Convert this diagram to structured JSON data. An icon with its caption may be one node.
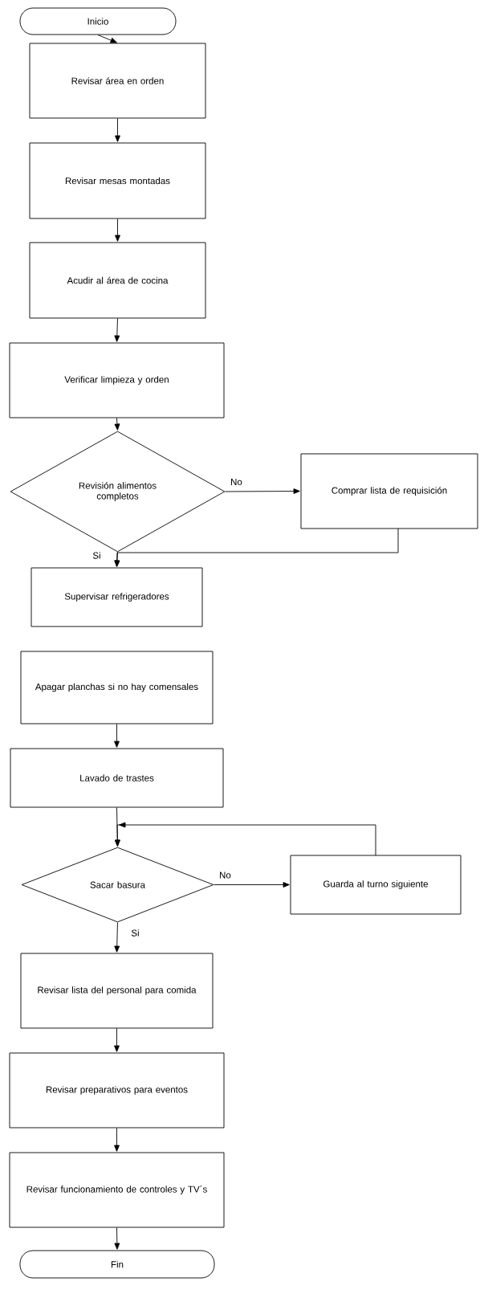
{
  "diagram": {
    "nodes": [
      {
        "text": [
          "Inicio"
        ]
      },
      {
        "text": [
          "Revisar área en orden"
        ]
      },
      {
        "text": [
          "Revisar mesas montadas"
        ]
      },
      {
        "text": [
          "Acudir al área de cocina"
        ]
      },
      {
        "text": [
          "Verificar limpieza y orden"
        ]
      },
      {
        "text": [
          "Revisión alimentos completos"
        ]
      },
      {
        "text": [
          "Comprar lista de requisición"
        ]
      },
      {
        "text": [
          "Supervisar refrigeradores"
        ]
      },
      {
        "text": [
          "Apagar planchas si no hay comensales"
        ]
      },
      {
        "text": [
          "Lavado de trastes"
        ]
      },
      {
        "text": [
          "Sacar basura"
        ]
      },
      {
        "text": [
          "Guarda al turno siguiente"
        ]
      },
      {
        "text": [
          "Revisar lista del personal para comida"
        ]
      },
      {
        "text": [
          "Revisar preparativos para eventos"
        ]
      },
      {
        "text": [
          "Revisar funcionamiento de controles y TV´s"
        ]
      },
      {
        "text": [
          "Fin"
        ]
      }
    ],
    "edges": [
      {
        "from": 0,
        "to": 1,
        "arrow": "to"
      },
      {
        "from": 1,
        "to": 2,
        "arrow": "to"
      },
      {
        "from": 2,
        "to": 3,
        "arrow": "to"
      },
      {
        "from": 3,
        "to": 4,
        "arrow": "to"
      },
      {
        "from": 4,
        "to": 5,
        "arrow": "to"
      },
      {
        "from": 5,
        "to": 6,
        "arrow": "to",
        "label": "No"
      },
      {
        "from": 5,
        "to": 7,
        "arrow": "to",
        "label": "Si"
      },
      {
        "from": 6,
        "to": 7,
        "arrow": "to"
      },
      {
        "from": 8,
        "to": 9,
        "arrow": "to"
      },
      {
        "from": 9,
        "to": 10,
        "arrow": "to"
      },
      {
        "from": 10,
        "to": 11,
        "arrow": "to",
        "label": "No"
      },
      {
        "from": 11,
        "to": 10,
        "arrow": "to"
      },
      {
        "from": 10,
        "to": 12,
        "arrow": "to",
        "label": "Si"
      },
      {
        "from": 12,
        "to": 13,
        "arrow": "to"
      },
      {
        "from": 13,
        "to": 14,
        "arrow": "to"
      },
      {
        "from": 14,
        "to": 15,
        "arrow": "to"
      }
    ]
  }
}
